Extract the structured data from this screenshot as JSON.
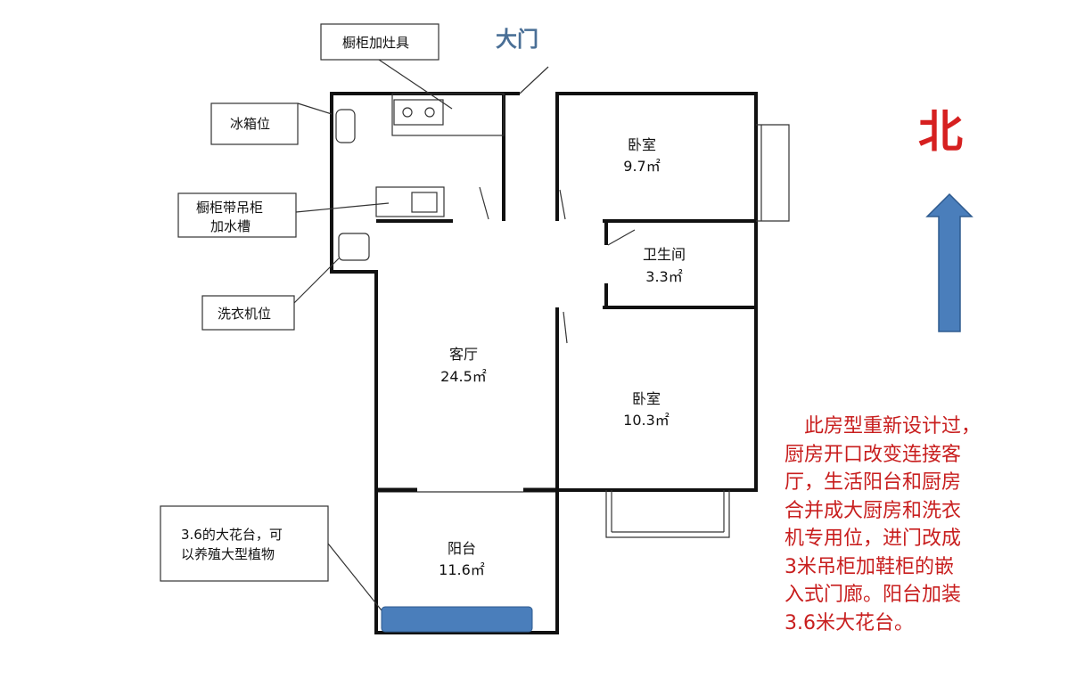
{
  "door_label": "大门",
  "north_label": "北",
  "callouts": {
    "stove": "橱柜加灶具",
    "fridge": "冰箱位",
    "sink_line1": "橱柜带吊柜",
    "sink_line2": "加水槽",
    "washer": "洗衣机位",
    "planter_line1": "3.6的大花台，可",
    "planter_line2": "以养殖大型植物"
  },
  "rooms": {
    "bedroom1": {
      "name": "卧室",
      "area": "9.7㎡"
    },
    "bathroom": {
      "name": "卫生间",
      "area": "3.3㎡"
    },
    "living": {
      "name": "客厅",
      "area": "24.5㎡"
    },
    "bedroom2": {
      "name": "卧室",
      "area": "10.3㎡"
    },
    "balcony": {
      "name": "阳台",
      "area": "11.6㎡"
    }
  },
  "note_lines": [
    "　此房型重新设计过，",
    "厨房开口改变连接客",
    "厅，生活阳台和厨房",
    "合并成大厨房和洗衣",
    "机专用位，进门改成",
    "3米吊柜加鞋柜的嵌",
    "入式门廊。阳台加装",
    "3.6米大花台。"
  ],
  "colors": {
    "wall": "#111111",
    "accent_blue": "#4a7ebb",
    "note_red": "#c81e1e"
  }
}
